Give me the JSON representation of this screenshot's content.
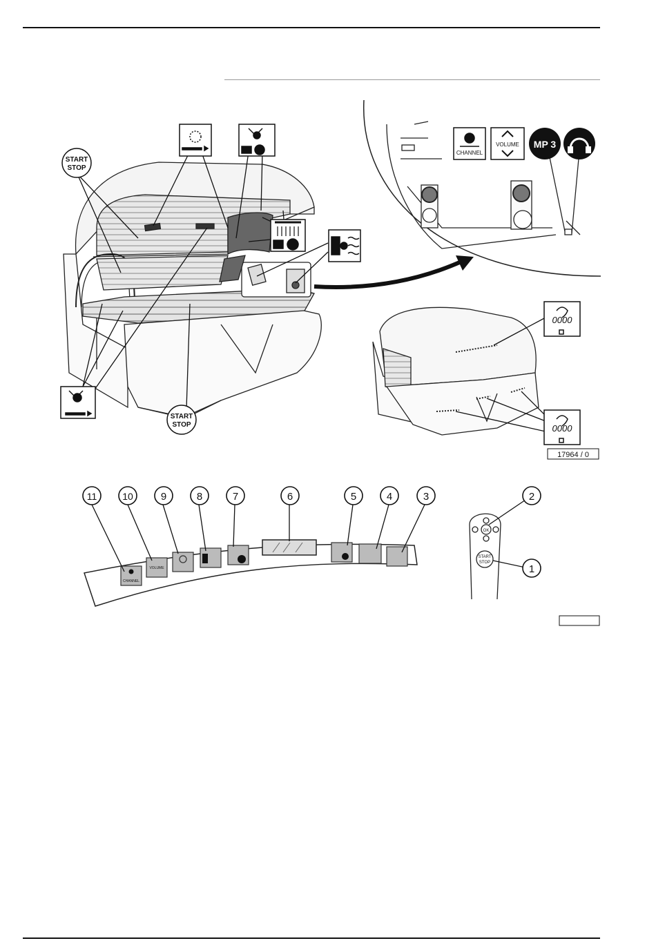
{
  "figure": {
    "start_stop": [
      "START",
      "STOP"
    ],
    "channel_label": "CHANNEL",
    "volume_label": "VOLUME",
    "mp3_label": "MP 3",
    "display_digits": "0000",
    "figure_id": "17964 / 0"
  },
  "callouts": [
    "1",
    "2",
    "3",
    "4",
    "5",
    "6",
    "7",
    "8",
    "9",
    "10",
    "11"
  ],
  "remote": {
    "ok_label": "OK",
    "start_stop": [
      "START",
      "STOP"
    ]
  },
  "panel": {
    "channel_label": "CHANNEL",
    "volume_label": "VOLUME"
  }
}
